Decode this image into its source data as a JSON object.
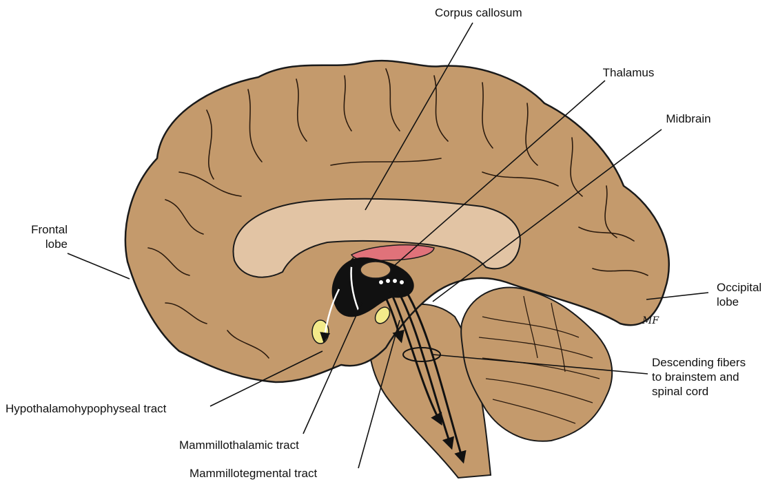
{
  "labels": {
    "corpus_callosum": "Corpus callosum",
    "thalamus": "Thalamus",
    "midbrain": "Midbrain",
    "frontal_lobe_1": "Frontal",
    "frontal_lobe_2": "lobe",
    "occipital_lobe_1": "Occipital",
    "occipital_lobe_2": "lobe",
    "descending_1": "Descending fibers",
    "descending_2": "to brainstem and",
    "descending_3": "spinal cord",
    "hypothalamohypophyseal": "Hypothalamohypophyseal tract",
    "mammillothalamic": "Mammillothalamic tract",
    "mammillotegmental": "Mammillotegmental tract"
  },
  "signature": "MF",
  "colors": {
    "brain": "#c49a6c",
    "corpus_callosum": "#e2c4a4",
    "thalamus": "#e0727a",
    "ventricle": "#111111",
    "pituitary": "#f3ea8a",
    "outline": "#1a1a1a"
  }
}
